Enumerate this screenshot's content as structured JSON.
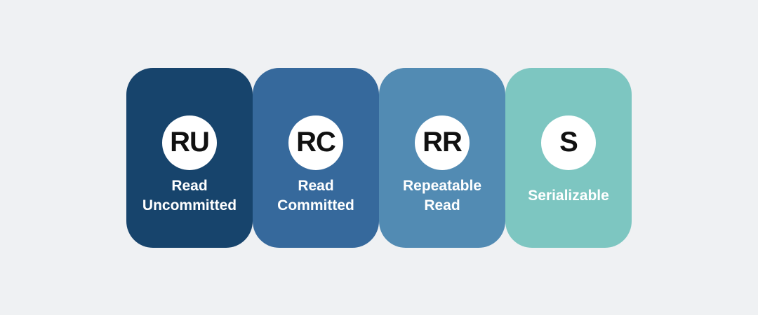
{
  "background_color": "#EFF1F3",
  "circle": {
    "background_color": "#FFFFFF",
    "text_color": "#111111"
  },
  "label_text_color": "#FFFFFF",
  "cards": [
    {
      "abbr": "RU",
      "label": "Read Uncommitted",
      "label_lines": [
        "Read",
        "Uncommitted"
      ],
      "color": "#17446C"
    },
    {
      "abbr": "RC",
      "label": "Read Committed",
      "label_lines": [
        "Read",
        "Committed"
      ],
      "color": "#36699C"
    },
    {
      "abbr": "RR",
      "label": "Repeatable Read",
      "label_lines": [
        "Repeatable",
        "Read"
      ],
      "color": "#528BB3"
    },
    {
      "abbr": "S",
      "label": "Serializable",
      "label_lines": [
        "Serializable"
      ],
      "color": "#7DC6C1"
    }
  ]
}
